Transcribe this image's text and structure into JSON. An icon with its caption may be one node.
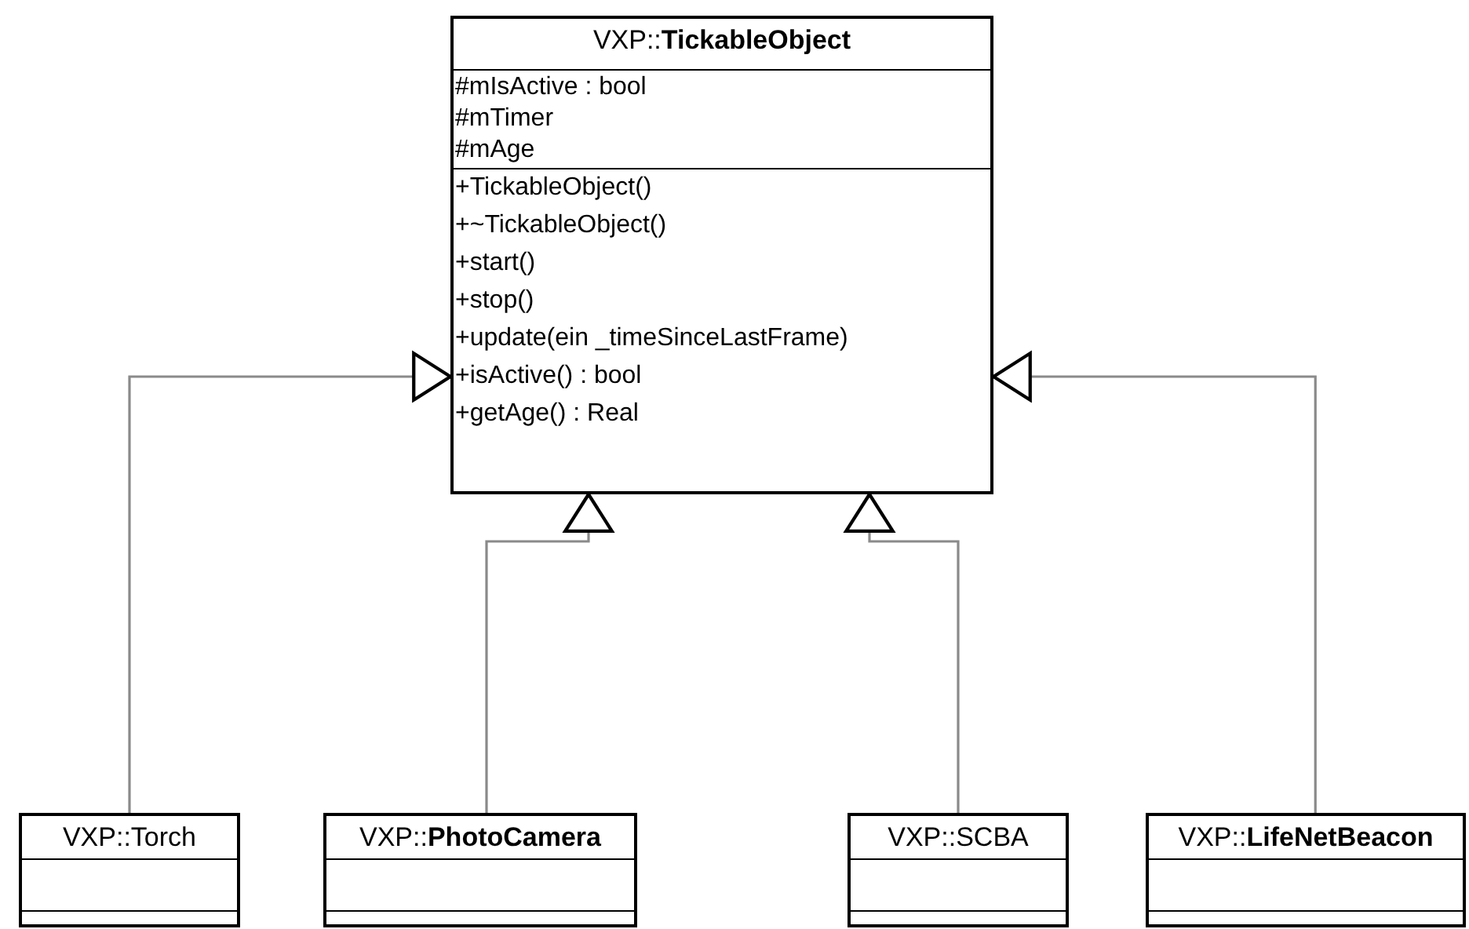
{
  "diagram": {
    "nodes": [
      {
        "text": [
          "VXP::**TickableObject**",
          "#mIsActive : bool",
          "#mTimer",
          "#mAge",
          "+TickableObject()",
          "+~TickableObject()",
          "+start()",
          "+stop()",
          "+update(ein _timeSinceLastFrame)",
          "+isActive() : bool",
          "+getAge() : Real"
        ]
      },
      {
        "text": [
          "VXP::Torch"
        ]
      },
      {
        "text": [
          "VXP::**PhotoCamera**"
        ]
      },
      {
        "text": [
          "VXP::SCBA"
        ]
      },
      {
        "text": [
          "VXP::**LifeNetBeacon**"
        ]
      }
    ],
    "edges": [
      {
        "from": 1,
        "to": 0,
        "arrow": "to"
      },
      {
        "from": 2,
        "to": 0,
        "arrow": "to"
      },
      {
        "from": 3,
        "to": 0,
        "arrow": "to"
      },
      {
        "from": 4,
        "to": 0,
        "arrow": "to"
      }
    ]
  }
}
